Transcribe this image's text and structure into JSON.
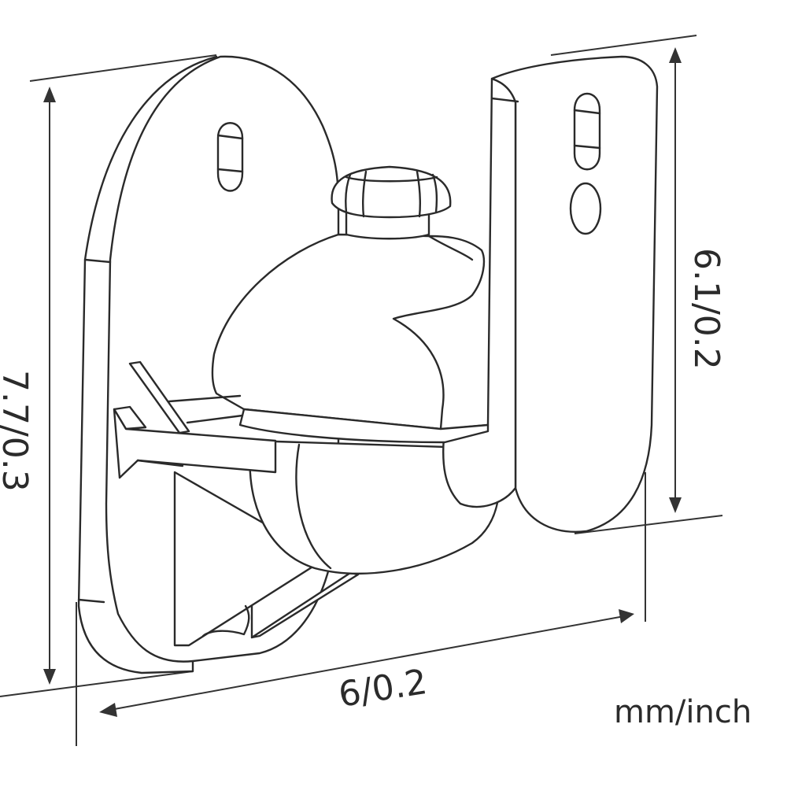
{
  "diagram": {
    "title": "Speaker wall mount bracket dimensions",
    "line_color": "#2a2a2a",
    "background": "#ffffff",
    "dimensions": {
      "height_total": {
        "label": "7.7/0.3",
        "orientation": "vertical",
        "side": "left"
      },
      "height_arm": {
        "label": "6.1/0.2",
        "orientation": "vertical",
        "side": "right"
      },
      "depth": {
        "label": "6/0.2",
        "orientation": "diagonal",
        "side": "bottom"
      }
    },
    "units": "mm/inch",
    "parts": [
      "wall-plate",
      "adjustment-knob",
      "ball-joint",
      "speaker-arm",
      "mounting-slot",
      "mounting-hole",
      "support-rib"
    ]
  }
}
